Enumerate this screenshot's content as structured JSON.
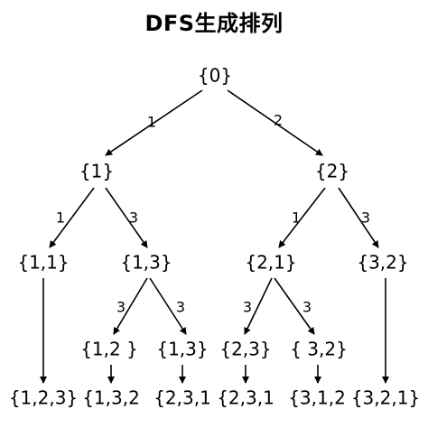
{
  "title": "DFS生成排列",
  "nodes": [
    {
      "id": "n0",
      "label": "{0}"
    },
    {
      "id": "n1",
      "label": "{1}"
    },
    {
      "id": "n2",
      "label": "{2}"
    },
    {
      "id": "n11",
      "label": "{1,1}"
    },
    {
      "id": "n13",
      "label": "{1,3}"
    },
    {
      "id": "n21",
      "label": "{2,1}"
    },
    {
      "id": "n32",
      "label": "{3,2}"
    },
    {
      "id": "m12",
      "label": "{1,2 }"
    },
    {
      "id": "m13",
      "label": "{1,3}"
    },
    {
      "id": "m23",
      "label": "{2,3}"
    },
    {
      "id": "m32",
      "label": "{ 3,2}"
    },
    {
      "id": "l1",
      "label": "{1,2,3}"
    },
    {
      "id": "l2",
      "label": "{1,3,2"
    },
    {
      "id": "l3",
      "label": "{2,3,1"
    },
    {
      "id": "l4",
      "label": "{2,3,1"
    },
    {
      "id": "l5",
      "label": "{3,1,2"
    },
    {
      "id": "l6",
      "label": "{3,2,1}"
    }
  ],
  "edges": [
    {
      "from": "n0",
      "to": "n1",
      "label": "1"
    },
    {
      "from": "n0",
      "to": "n2",
      "label": "2"
    },
    {
      "from": "n1",
      "to": "n11",
      "label": "1"
    },
    {
      "from": "n1",
      "to": "n13",
      "label": "3"
    },
    {
      "from": "n2",
      "to": "n21",
      "label": "1"
    },
    {
      "from": "n2",
      "to": "n32",
      "label": "3"
    },
    {
      "from": "n13",
      "to": "m12",
      "label": "3"
    },
    {
      "from": "n13",
      "to": "m13",
      "label": "3"
    },
    {
      "from": "n21",
      "to": "m23",
      "label": "3"
    },
    {
      "from": "n21",
      "to": "m32",
      "label": "3"
    },
    {
      "from": "n11",
      "to": "l1",
      "label": ""
    },
    {
      "from": "m12",
      "to": "l2",
      "label": ""
    },
    {
      "from": "m13",
      "to": "l3",
      "label": ""
    },
    {
      "from": "m23",
      "to": "l4",
      "label": ""
    },
    {
      "from": "m32",
      "to": "l5",
      "label": ""
    },
    {
      "from": "n32",
      "to": "l6",
      "label": ""
    }
  ]
}
